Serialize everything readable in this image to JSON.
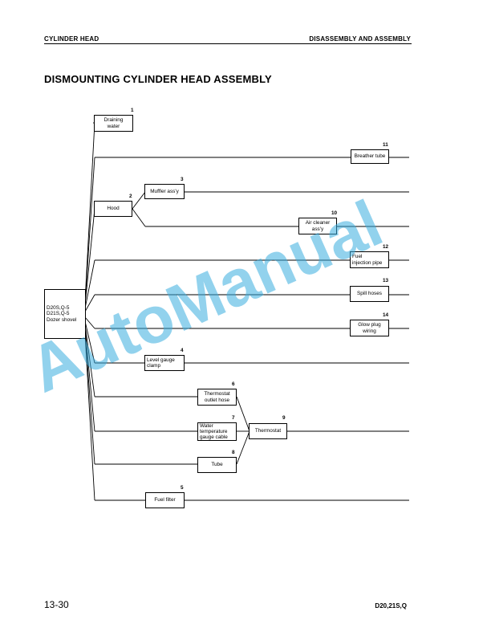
{
  "header": {
    "left": "CYLINDER HEAD",
    "right": "DISASSEMBLY AND ASSEMBLY"
  },
  "title": "DISMOUNTING CYLINDER HEAD ASSEMBLY",
  "root": {
    "lines": [
      "D20S,Q-5",
      "D21S,Q-5",
      "Dozer shovel"
    ]
  },
  "steps": {
    "s1": {
      "num": "1",
      "lines": [
        "Draining",
        "water"
      ]
    },
    "s2": {
      "num": "2",
      "lines": [
        "Hood"
      ]
    },
    "s3": {
      "num": "3",
      "lines": [
        "Muffler ass'y"
      ]
    },
    "s4": {
      "num": "4",
      "lines": [
        "Level gauge",
        "clamp"
      ]
    },
    "s5": {
      "num": "5",
      "lines": [
        "Fuel filter"
      ]
    },
    "s6": {
      "num": "6",
      "lines": [
        "Thermostat",
        "outlet hose"
      ]
    },
    "s7": {
      "num": "7",
      "lines": [
        "Water",
        "temperature",
        "gauge cable"
      ]
    },
    "s8": {
      "num": "8",
      "lines": [
        "Tube"
      ]
    },
    "s9": {
      "num": "9",
      "lines": [
        "Thermostat"
      ]
    },
    "s10": {
      "num": "10",
      "lines": [
        "Air cleaner",
        "ass'y"
      ]
    },
    "s11": {
      "num": "11",
      "lines": [
        "Breather tube"
      ]
    },
    "s12": {
      "num": "12",
      "lines": [
        "Fuel",
        "injection pipe"
      ]
    },
    "s13": {
      "num": "13",
      "lines": [
        "Spill hoses"
      ]
    },
    "s14": {
      "num": "14",
      "lines": [
        "Glow plug",
        "wiring"
      ]
    }
  },
  "watermark": "AutoManual",
  "footer": {
    "page": "13-30",
    "model": "D20,21S,Q"
  }
}
